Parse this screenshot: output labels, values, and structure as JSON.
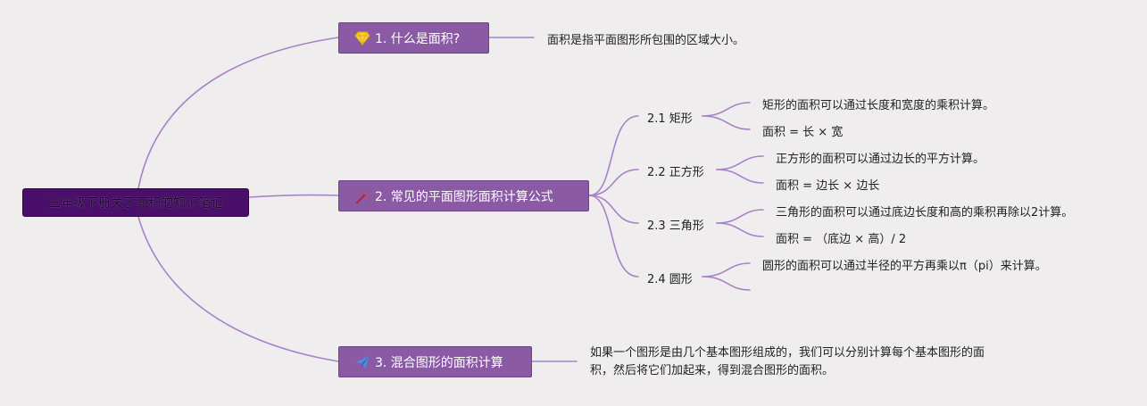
{
  "colors": {
    "line": "#a782c6",
    "root_bg": "#4a0e6b",
    "branch_bg": "#8a5aa4",
    "background": "#efedee"
  },
  "root": {
    "label": "三年级下册关于面积的知识笔记"
  },
  "branches": [
    {
      "label": "1. 什么是面积?",
      "icon": "gem-icon",
      "note": "面积是指平面图形所包围的区域大小。"
    },
    {
      "label": "2. 常见的平面图形面积计算公式",
      "icon": "magic-wand-icon",
      "subs": [
        {
          "label": "2.1 矩形",
          "leaves": [
            "矩形的面积可以通过长度和宽度的乘积计算。",
            "面积 = 长 × 宽"
          ]
        },
        {
          "label": "2.2 正方形",
          "leaves": [
            "正方形的面积可以通过边长的平方计算。",
            "面积 = 边长 × 边长"
          ]
        },
        {
          "label": "2.3 三角形",
          "leaves": [
            "三角形的面积可以通过底边长度和高的乘积再除以2计算。",
            "面积 = （底边 × 高）/ 2"
          ]
        },
        {
          "label": "2.4 圆形",
          "leaves": [
            "圆形的面积可以通过半径的平方再乘以π（pi）来计算。"
          ]
        }
      ]
    },
    {
      "label": "3. 混合图形的面积计算",
      "icon": "paper-plane-icon",
      "note_line1": "如果一个图形是由几个基本图形组成的，我们可以分别计算每个基本图形的面",
      "note_line2": "积，然后将它们加起来，得到混合图形的面积。"
    }
  ]
}
